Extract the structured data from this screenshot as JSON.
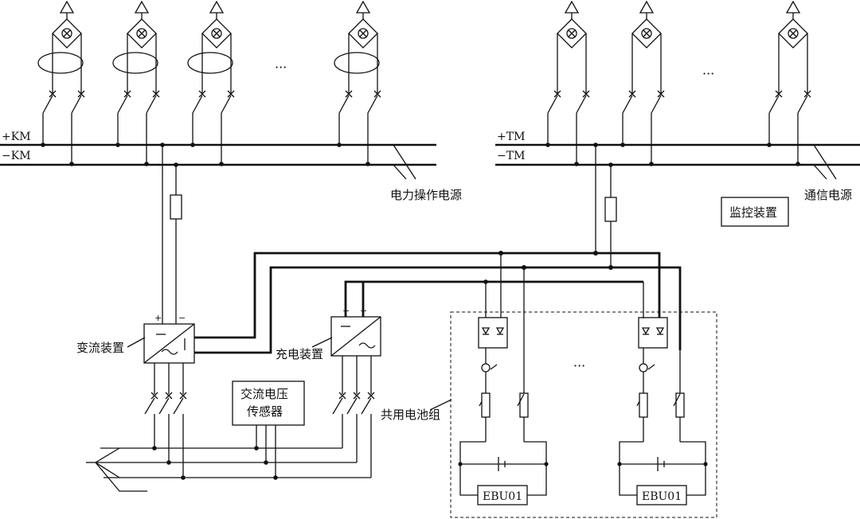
{
  "bus_labels": {
    "plus_km": "+KM",
    "minus_km": "−KM",
    "plus_tm": "+TM",
    "minus_tm": "−TM"
  },
  "labels": {
    "power_operation_supply": "电力操作电源",
    "communication_supply": "通信电源",
    "monitoring_device": "监控装置",
    "inverter_device": "变流装置",
    "charger_device": "充电装置",
    "ac_voltage_sensor_line1": "交流电压",
    "ac_voltage_sensor_line2": "传感器",
    "shared_battery_bank": "共用电池组",
    "ellipsis": "···"
  },
  "battery_modules": [
    "EBU01",
    "EBU01"
  ],
  "polarity": {
    "plus": "+",
    "minus": "−"
  }
}
